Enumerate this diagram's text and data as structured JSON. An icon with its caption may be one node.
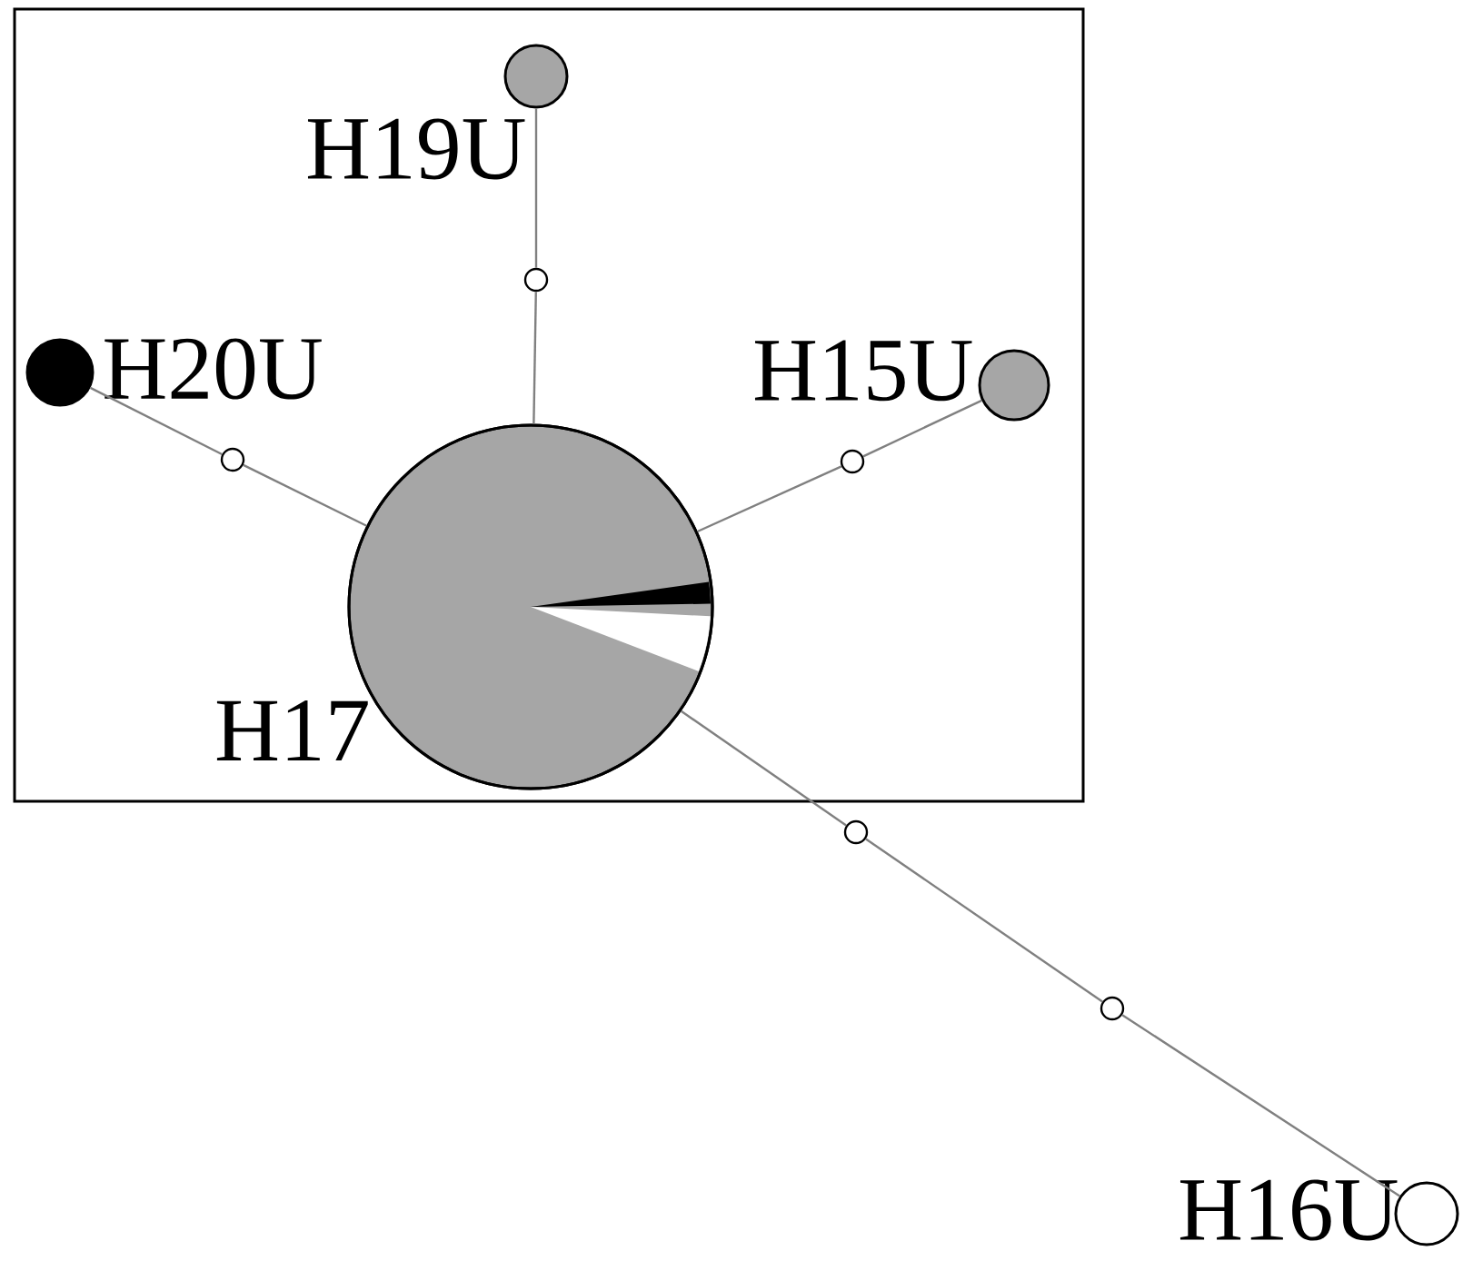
{
  "diagram": {
    "nodes": [
      {
        "text": [
          "H19U"
        ]
      },
      {
        "text": [
          "H20U"
        ]
      },
      {
        "text": [
          "H15U"
        ]
      },
      {
        "text": [
          "H17"
        ]
      },
      {
        "text": [
          "H16U"
        ]
      },
      {
        "text": [],
        "shape": "circle"
      },
      {
        "text": [],
        "shape": "circle"
      },
      {
        "text": [],
        "shape": "circle"
      },
      {
        "text": [],
        "shape": "circle"
      },
      {
        "text": [],
        "shape": "circle"
      }
    ],
    "edges": [
      {
        "from": 0,
        "to": 5,
        "arrow": "none"
      },
      {
        "from": 5,
        "to": 3,
        "arrow": "none"
      },
      {
        "from": 1,
        "to": 6,
        "arrow": "none"
      },
      {
        "from": 6,
        "to": 3,
        "arrow": "none"
      },
      {
        "from": 2,
        "to": 7,
        "arrow": "none"
      },
      {
        "from": 7,
        "to": 3,
        "arrow": "none"
      },
      {
        "from": 3,
        "to": 8,
        "arrow": "none"
      },
      {
        "from": 8,
        "to": 9,
        "arrow": "none"
      },
      {
        "from": 9,
        "to": 4,
        "arrow": "none"
      }
    ]
  }
}
